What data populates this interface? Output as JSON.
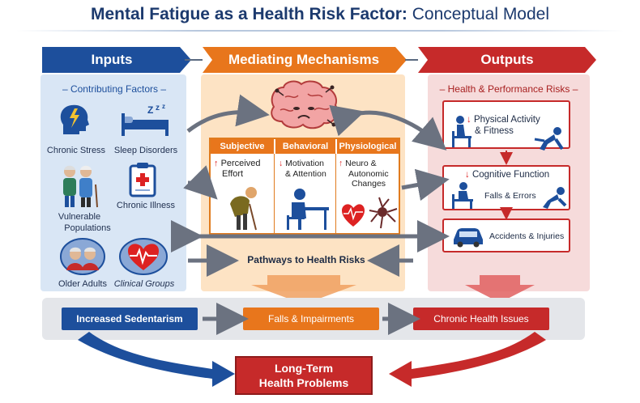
{
  "title": {
    "bold": "Mental Fatigue as a Health Risk Factor:",
    "rest": " Conceptual Model"
  },
  "columns": {
    "inputs": "Inputs",
    "mechanisms": "Mediating Mechanisms",
    "outputs": "Outputs"
  },
  "inputs": {
    "contributing_header": "Contributing Factors",
    "chronic_stress": "Chronic Stress",
    "sleep_disorders": "Sleep Disorders",
    "chronic_illness": "Chronic Illness",
    "vulnerable_line1": "Vulnerable",
    "vulnerable_line2": "Populations",
    "older_adults": "Older Adults",
    "clinical_groups": "Clinical Groups"
  },
  "mechanisms": {
    "subjective": "Subjective",
    "behavioral": "Behavioral",
    "physiological": "Physiological",
    "perceived": "Perceived",
    "effort": "Effort",
    "motivation": "Motivation",
    "attention": "& Attention",
    "neuro": "Neuro &",
    "autonomic": "Autonomic",
    "changes": "Changes",
    "pathways": "Pathways to Health Risks"
  },
  "outputs": {
    "header": "Health & Performance Risks",
    "physical1": "Physical Activity",
    "physical2": "& Fitness",
    "cognitive": "Cognitive Function",
    "falls_errors": "Falls & Errors",
    "accidents": "Accidents & Injuries"
  },
  "bottom": {
    "sedentarism": "Increased Sedentarism",
    "falls_impairments": "Falls & Impairments",
    "chronic_health": "Chronic Health Issues",
    "long_term1": "Long-Term",
    "long_term2": "Health Problems"
  },
  "icons": [
    "head-stress-icon",
    "bed-sleep-icon",
    "clipboard-medical-icon",
    "elderly-couple-icon",
    "older-adults-avatar-icon",
    "heart-pulse-icon",
    "brain-icon",
    "hunched-person-icon",
    "person-desk-icon",
    "heart-neuron-icon",
    "person-chair-icon",
    "falling-person-icon",
    "car-icon"
  ],
  "colors": {
    "blue": "#1d4f9c",
    "orange": "#e8761c",
    "red": "#c62a2a",
    "navy": "#1c3a6e"
  }
}
